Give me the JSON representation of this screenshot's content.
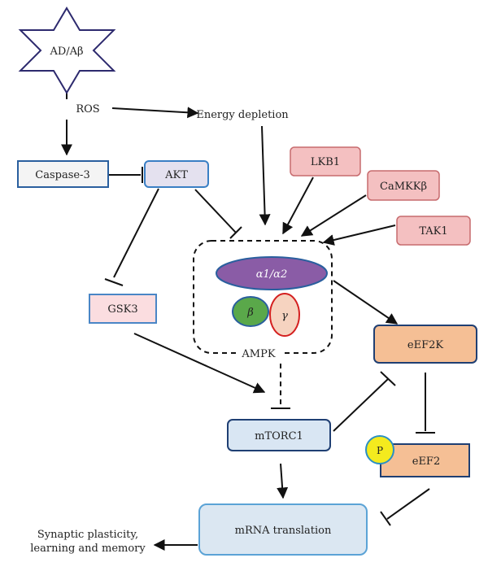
{
  "nodes": {
    "ad_abeta": {
      "label": "AD/Aβ"
    },
    "ros": {
      "label": "ROS"
    },
    "energy_depletion": {
      "label": "Energy depletion"
    },
    "caspase3": {
      "label": "Caspase-3",
      "fill": "#f4f4f4",
      "stroke": "#2a5f9e"
    },
    "akt": {
      "label": "AKT",
      "fill": "#e4e1ef",
      "stroke": "#3a7fc4"
    },
    "lkb1": {
      "label": "LKB1",
      "fill": "#f4c0c1",
      "stroke": "#c76b6e"
    },
    "camkkb": {
      "label": "CaMKKβ",
      "fill": "#f4c0c1",
      "stroke": "#c76b6e"
    },
    "tak1": {
      "label": "TAK1",
      "fill": "#f4c0c1",
      "stroke": "#c76b6e"
    },
    "gsk3": {
      "label": "GSK3",
      "fill": "#fbdde0",
      "stroke": "#4a86c6"
    },
    "alpha": {
      "label": "α1/α2",
      "fill": "#8a5ca6",
      "stroke": "#2a5f9e"
    },
    "beta": {
      "label": "β",
      "fill": "#5aa84a",
      "stroke": "#2a5f9e"
    },
    "gamma": {
      "label": "γ",
      "fill": "#f6d3c0",
      "stroke": "#d42020"
    },
    "ampk": {
      "label": "AMPK"
    },
    "eef2k": {
      "label": "eEF2K",
      "fill": "#f5bf95",
      "stroke": "#1f3f73"
    },
    "mtorc1": {
      "label": "mTORC1",
      "fill": "#d9e6f3",
      "stroke": "#1f3f73"
    },
    "phospho": {
      "label": "P",
      "fill": "#f4ea1e",
      "stroke": "#2a8fc4"
    },
    "eef2": {
      "label": "eEF2",
      "fill": "#f5bf95",
      "stroke": "#1f3f73"
    },
    "mrna": {
      "label": "mRNA translation",
      "fill": "#dbe7f2",
      "stroke": "#5ba3d6"
    },
    "outcome": {
      "line1": "Synaptic plasticity,",
      "line2": "learning and memory"
    }
  },
  "colors": {
    "star_stroke": "#2d2a6e",
    "edge": "#111111"
  }
}
